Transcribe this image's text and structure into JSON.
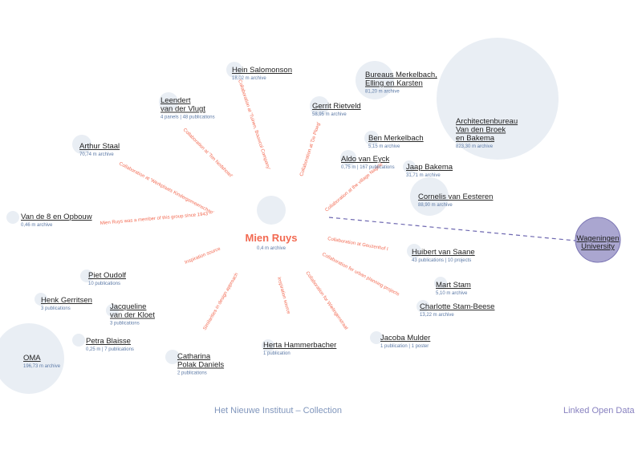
{
  "colors": {
    "node_fill": "#e9eef4",
    "edge_label": "#f26a52",
    "center_name": "#f26a52",
    "subtext": "#5b79a6",
    "external_fill": "#aaa6d0",
    "external_stroke": "#7a74b3",
    "dashed_link": "#6d67b0",
    "footer_collection": "#8096bc",
    "footer_lod": "#8882c0"
  },
  "center": {
    "name": "Mien Ruys",
    "sub": "0,4 m archive"
  },
  "external": {
    "name_lines": [
      "Wageningen",
      "University"
    ]
  },
  "nodes": [
    {
      "id": "hein-salomonson",
      "lines": [
        "Hein Salomonson"
      ],
      "sub": "18,02 m archive",
      "edge": "Collaboration at 'Tuinen, Bouwcol Company'"
    },
    {
      "id": "bureaus-merkelbach",
      "lines": [
        "Bureaus Merkelbach,",
        "Elling en Karsten"
      ],
      "sub": "81,20 m archive",
      "edge": ""
    },
    {
      "id": "architectenbureau",
      "lines": [
        "Architectenbureau",
        "Van den Broek",
        "en Bakema"
      ],
      "sub": "823,30 m archive",
      "edge": ""
    },
    {
      "id": "leendert-van-der-vlugt",
      "lines": [
        "Leendert",
        "van der Vlugt"
      ],
      "sub": "4 panels | 48 publications",
      "edge": "Collaboration at 'Ten Nedshotel'"
    },
    {
      "id": "gerrit-rietveld",
      "lines": [
        "Gerrit Rietveld"
      ],
      "sub": "58,95 m archive",
      "edge": "Collaboration at 'De Ploeg'"
    },
    {
      "id": "ben-merkelbach",
      "lines": [
        "Ben Merkelbach"
      ],
      "sub": "5,15 m archive",
      "edge": ""
    },
    {
      "id": "arthur-staal",
      "lines": [
        "Arthur Staal"
      ],
      "sub": "70,74 m archive",
      "edge": "Collaboration at 'Werkplaats Kindergemeenschap'"
    },
    {
      "id": "aldo-van-eyck",
      "lines": [
        "Aldo van Eyck"
      ],
      "sub": "0,75 m | 167 publications",
      "edge": ""
    },
    {
      "id": "jaap-bakema",
      "lines": [
        "Jaap Bakema"
      ],
      "sub": "31,71 m archive",
      "edge": "Collaboration at the village Nagele"
    },
    {
      "id": "cornelis-van-eesteren",
      "lines": [
        "Cornelis van Eesteren"
      ],
      "sub": "88,90 m archive",
      "edge": ""
    },
    {
      "id": "van-de-8",
      "lines": [
        "Van de 8 en Opbouw"
      ],
      "sub": "0,46 m archive",
      "edge": "Mien Ruys was a member of this group since 1943"
    },
    {
      "id": "huibert-van-saane",
      "lines": [
        "Huibert van Saane"
      ],
      "sub": "43 publications | 10 projects",
      "edge": "Collaboration at Geuzenhof I"
    },
    {
      "id": "piet-oudolf",
      "lines": [
        "Piet Oudolf"
      ],
      "sub": "10 publications",
      "edge": "Inspiration source"
    },
    {
      "id": "mart-stam",
      "lines": [
        "Mart Stam"
      ],
      "sub": "5,10 m archive",
      "edge": "Collaboration for urban planning projects"
    },
    {
      "id": "henk-gerritsen",
      "lines": [
        "Henk Gerritsen"
      ],
      "sub": "3 publications",
      "edge": ""
    },
    {
      "id": "jacqueline-van-der-kloet",
      "lines": [
        "Jacqueline",
        "van der Kloet"
      ],
      "sub": "3 publications",
      "edge": "Similarities in design approach"
    },
    {
      "id": "charlotte-stam-beese",
      "lines": [
        "Charlotte Stam-Beese"
      ],
      "sub": "13,22 m archive",
      "edge": "Collaboration for Wielingenstraat"
    },
    {
      "id": "petra-blaisse",
      "lines": [
        "Petra Blaisse"
      ],
      "sub": "0,25 m | 7 publications",
      "edge": ""
    },
    {
      "id": "oma",
      "lines": [
        "OMA"
      ],
      "sub": "196,73 m archive",
      "edge": ""
    },
    {
      "id": "herta-hammerbacher",
      "lines": [
        "Herta Hammerbacher"
      ],
      "sub": "1 publication",
      "edge": "Inspiration source"
    },
    {
      "id": "jacoba-mulder",
      "lines": [
        "Jacoba Mulder"
      ],
      "sub": "1 publication | 1 poster",
      "edge": ""
    },
    {
      "id": "catharina-polak-daniels",
      "lines": [
        "Catharina",
        "Polak Daniels"
      ],
      "sub": "2 publications",
      "edge": ""
    }
  ],
  "footer": {
    "collection": "Het Nieuwe Instituut – Collection",
    "lod": "Linked Open Data"
  }
}
